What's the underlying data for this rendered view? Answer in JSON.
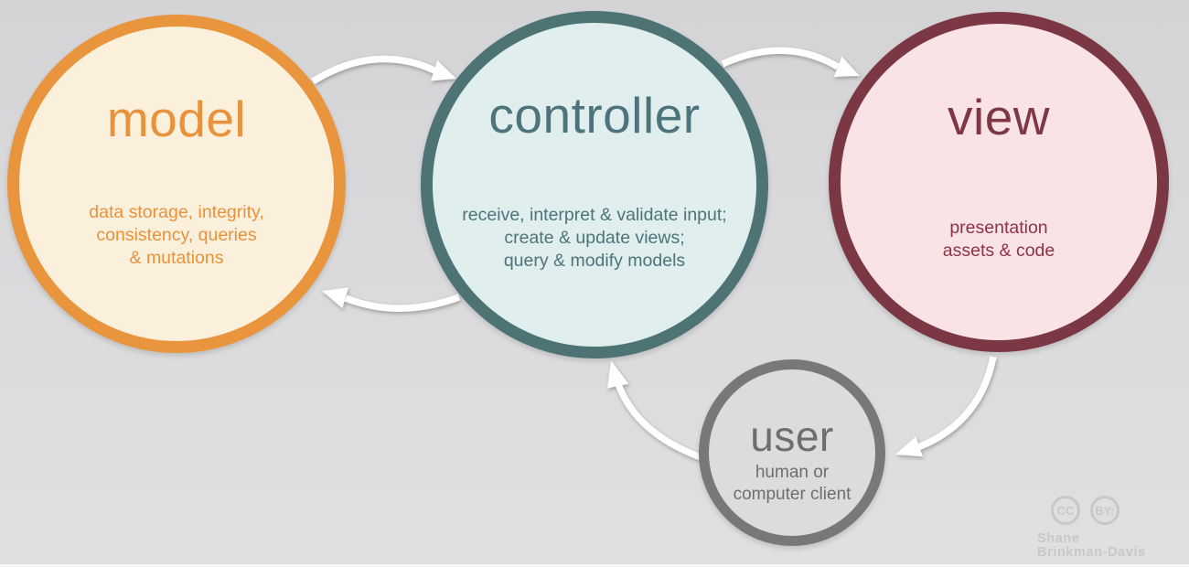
{
  "background": {
    "top_color": "#d4d4d6",
    "bottom_color": "#e0e0e0"
  },
  "nodes": {
    "model": {
      "label": "model",
      "lines": [
        "data storage, integrity,",
        "consistency, queries",
        "& mutations"
      ],
      "border_color": "#e8953d",
      "fill_color": "#fbf0db",
      "text_color": "#e8923b"
    },
    "controller": {
      "label": "controller",
      "lines": [
        "receive, interpret & validate input;",
        "create & update views;",
        "query & modify models"
      ],
      "border_color": "#4e7375",
      "fill_color": "#e0efed",
      "text_color": "#4d737c"
    },
    "view": {
      "label": "view",
      "lines": [
        "presentation",
        "assets & code"
      ],
      "border_color": "#7b3844",
      "fill_color": "#f9e3e6",
      "text_color": "#7e3745"
    },
    "user": {
      "label": "user",
      "lines": [
        "human or",
        "computer client"
      ],
      "border_color": "#787878",
      "fill_color": "#dcdcdc",
      "text_color": "#6e6e6e"
    }
  },
  "arrows": {
    "color": "#ffffff",
    "items": [
      "arrow-model-to-controller",
      "arrow-controller-to-view",
      "arrow-view-to-user",
      "arrow-user-to-controller",
      "arrow-controller-to-model"
    ]
  },
  "attribution": {
    "badge_cc": "CC",
    "badge_by": "BY:",
    "author_line1": "Shane",
    "author_line2": "Brinkman-Davis",
    "color": "#c8c8c8"
  }
}
